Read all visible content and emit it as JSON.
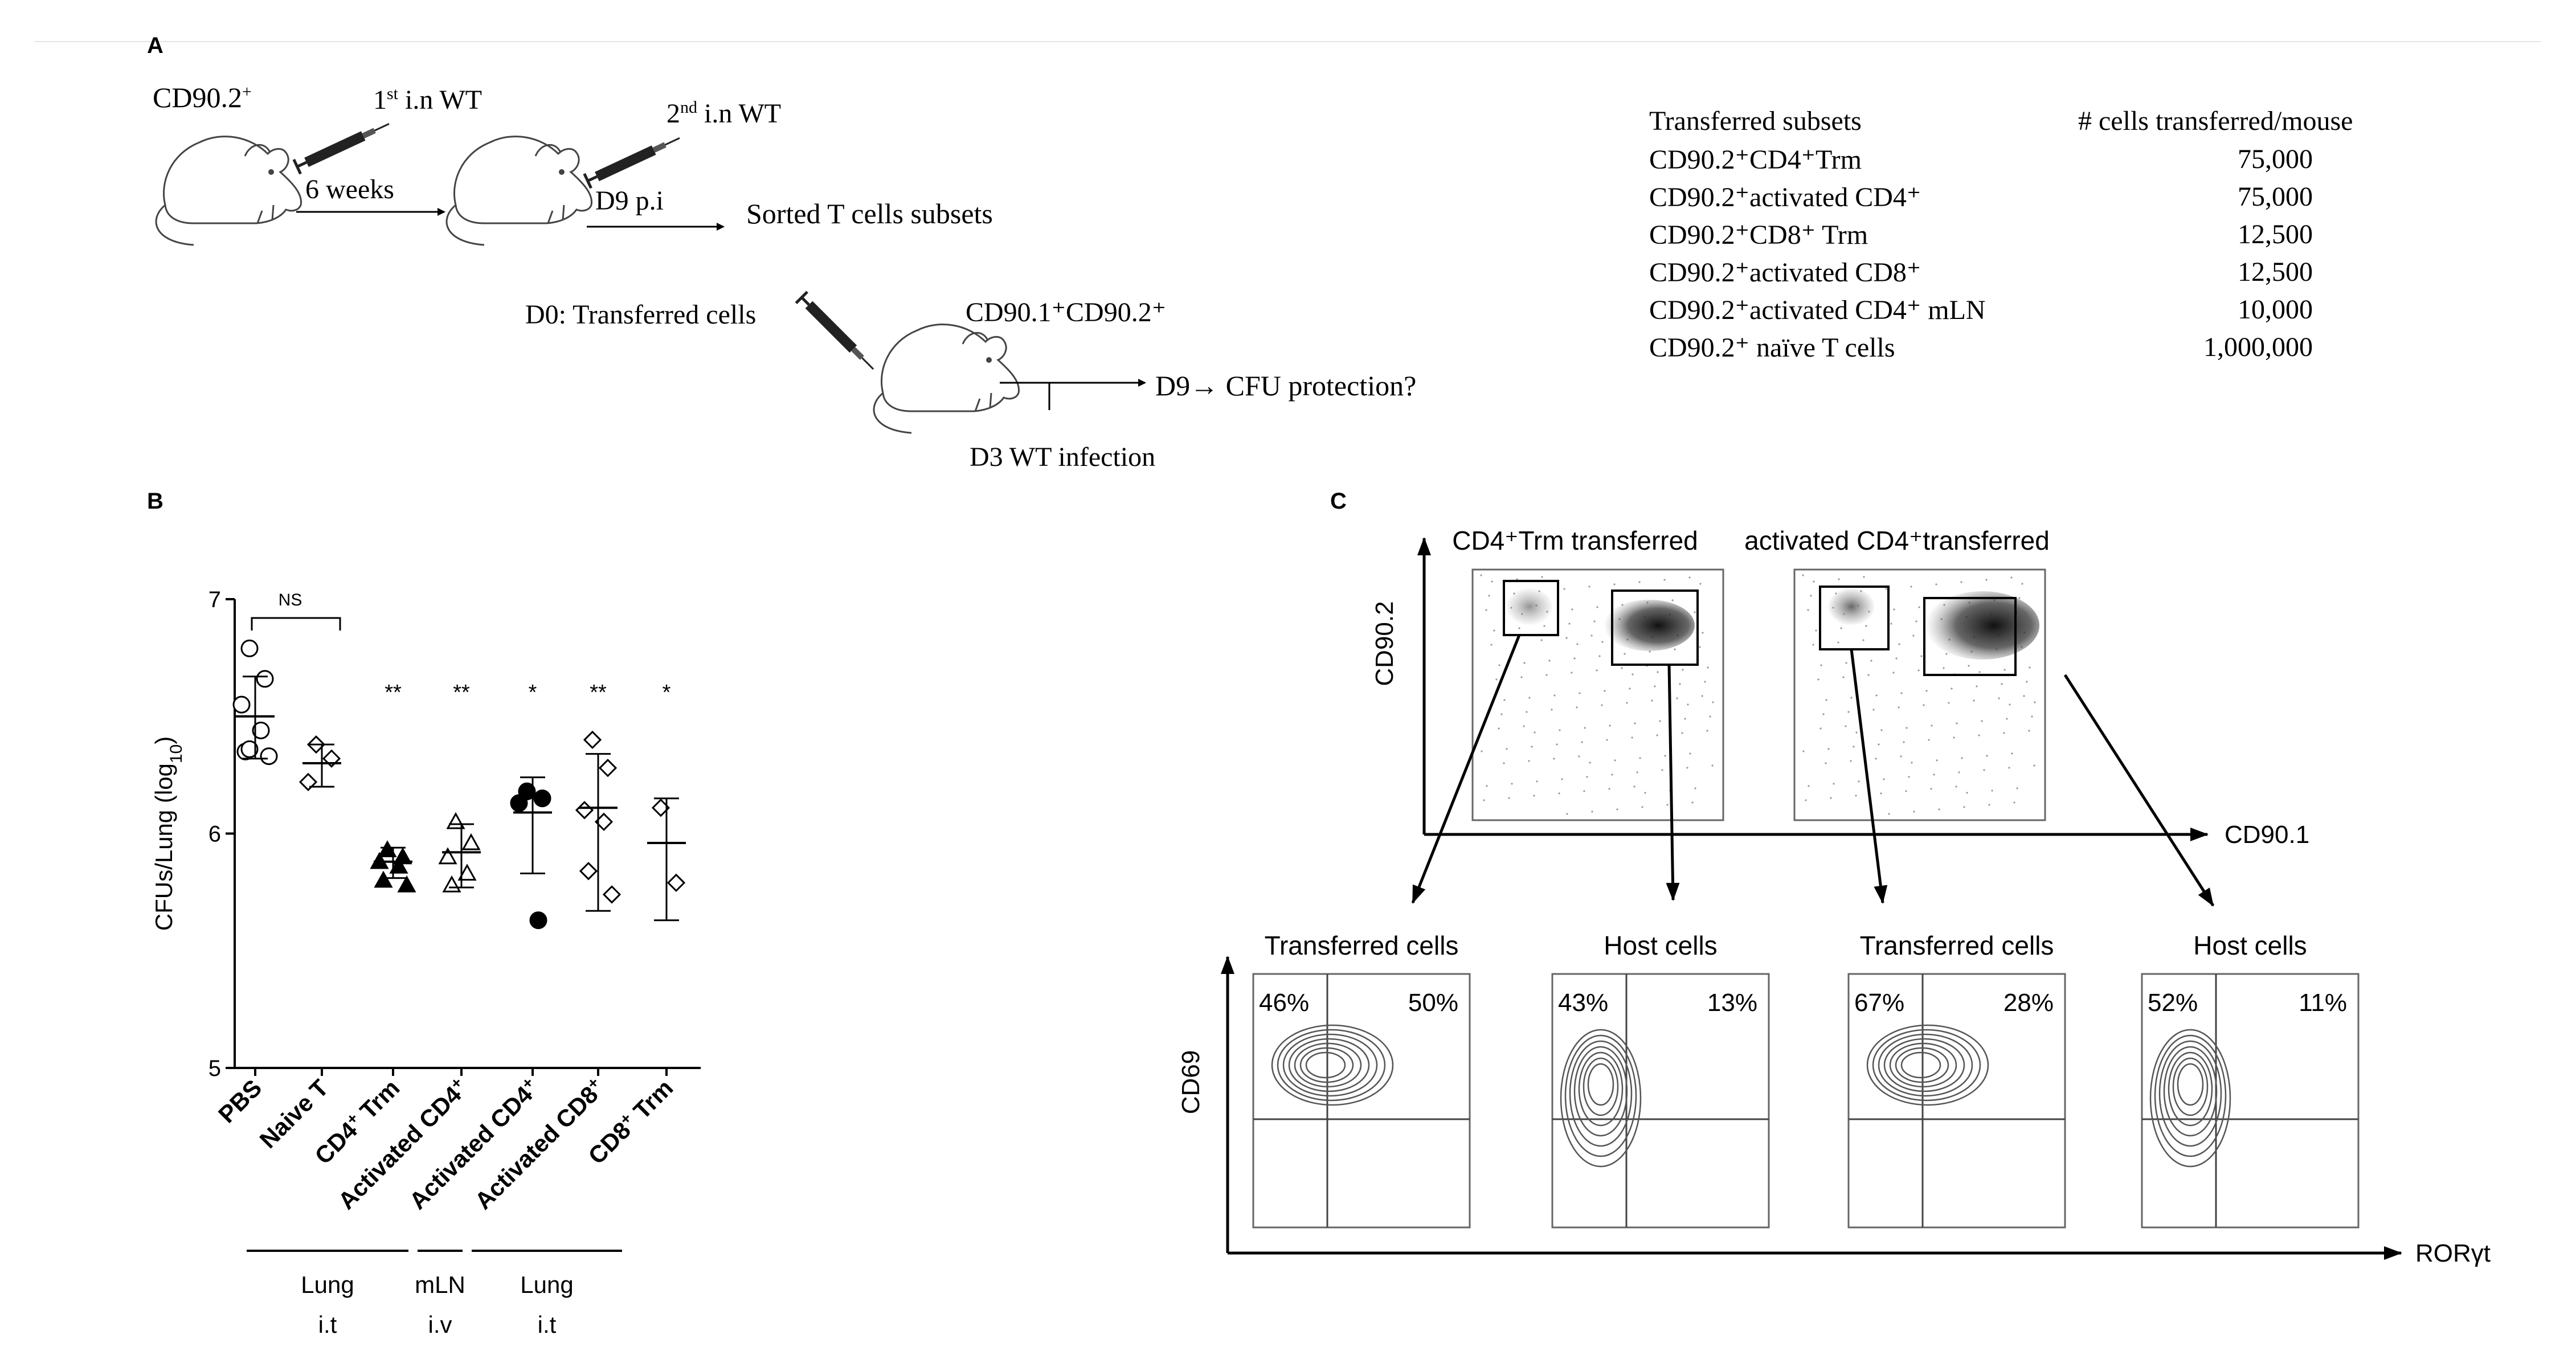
{
  "panels": {
    "a": "A",
    "b": "B",
    "c": "C"
  },
  "schematic": {
    "cd902_label": "CD90.2",
    "cd902_sup": "+",
    "first_in_num": "1",
    "first_in_sup": "st",
    "first_in_text": " i.n WT",
    "six_weeks": "6 weeks",
    "second_in_num": "2",
    "second_in_sup": "nd",
    "second_in_text": " i.n WT",
    "d9_pi": "D9 p.i",
    "sorted": "Sorted T cells  subsets",
    "d0_transferred": "D0: Transferred  cells",
    "recipient": "CD90.1⁺CD90.2⁺",
    "d9_cfu": "D9→ CFU protection?",
    "d3_infection": "D3 WT infection"
  },
  "transfer_table": {
    "header_subset": "Transferred  subsets",
    "header_cells": "# cells  transferred/mouse",
    "rows": [
      {
        "subset": "CD90.2⁺CD4⁺Trm",
        "cells": "75,000"
      },
      {
        "subset": "CD90.2⁺activated  CD4⁺",
        "cells": "75,000"
      },
      {
        "subset": "CD90.2⁺CD8⁺ Trm",
        "cells": "12,500"
      },
      {
        "subset": "CD90.2⁺activated  CD8⁺",
        "cells": "12,500"
      },
      {
        "subset": "CD90.2⁺activated  CD4⁺ mLN",
        "cells": "10,000"
      },
      {
        "subset": "CD90.2⁺ naïve  T cells",
        "cells": "1,000,000"
      }
    ]
  },
  "chart_data": [
    {
      "type": "scatter",
      "panel": "B",
      "ylabel": "CFUs/Lung (log10)",
      "ylim": [
        5,
        7
      ],
      "yticks": [
        "5",
        "6",
        "7"
      ],
      "categories": [
        "PBS",
        "Naive T",
        "CD4⁺ Trm",
        "Activated CD4⁺",
        "Activated CD4⁺",
        "Activated CD8⁺",
        "CD8⁺ Trm"
      ],
      "groups": [
        {
          "name": "PBS",
          "marker": "circle-open",
          "points": [
            6.79,
            6.66,
            6.55,
            6.44,
            6.35,
            6.33,
            6.36
          ],
          "mean": 6.5,
          "sd": [
            6.32,
            6.67
          ]
        },
        {
          "name": "Naive T",
          "marker": "diamond-open",
          "points": [
            6.38,
            6.32,
            6.22
          ],
          "mean": 6.3,
          "sd": [
            6.2,
            6.38
          ]
        },
        {
          "name": "CD4⁺ Trm",
          "marker": "triangle-filled",
          "points": [
            5.93,
            5.9,
            5.88,
            5.86,
            5.8,
            5.78
          ],
          "mean": 5.88,
          "sd": [
            5.81,
            5.94
          ]
        },
        {
          "name": "Activated CD4⁺",
          "marker": "triangle-open",
          "points": [
            6.05,
            5.96,
            5.9,
            5.83,
            5.78
          ],
          "mean": 5.92,
          "sd": [
            5.77,
            6.04
          ]
        },
        {
          "name": "Activated CD4⁺",
          "marker": "circle-filled",
          "points": [
            6.18,
            6.15,
            6.13,
            5.63
          ],
          "mean": 6.09,
          "sd": [
            5.83,
            6.24
          ]
        },
        {
          "name": "Activated CD8⁺",
          "marker": "diamond-open",
          "points": [
            6.4,
            6.28,
            6.1,
            6.05,
            5.84,
            5.74
          ],
          "mean": 6.11,
          "sd": [
            5.67,
            6.34
          ]
        },
        {
          "name": "CD8⁺ Trm",
          "marker": "diamond-open",
          "points": [
            6.11,
            5.79
          ],
          "mean": 5.96,
          "sd": [
            5.63,
            6.15
          ]
        }
      ],
      "significance": [
        "",
        "",
        "**",
        "**",
        "*",
        "**",
        "*"
      ],
      "ns_label": "NS",
      "group_labels": [
        {
          "tissue": "Lung",
          "route": "i.t"
        },
        {
          "tissue": "mLN",
          "route": "i.v"
        },
        {
          "tissue": "Lung",
          "route": "i.t"
        }
      ]
    },
    {
      "type": "heatmap",
      "panel": "C-top",
      "xlabel": "CD90.1",
      "ylabel": "CD90.2",
      "plots": [
        {
          "title": "CD4⁺Trm transferred"
        },
        {
          "title": "activated CD4⁺transferred"
        }
      ]
    },
    {
      "type": "heatmap",
      "panel": "C-bottom",
      "xlabel": "RORγt",
      "ylabel": "CD69",
      "plots": [
        {
          "title": "Transferred cells",
          "upper_left": "46%",
          "upper_right": "50%"
        },
        {
          "title": "Host cells",
          "upper_left": "43%",
          "upper_right": "13%"
        },
        {
          "title": "Transferred cells",
          "upper_left": "67%",
          "upper_right": "28%"
        },
        {
          "title": "Host cells",
          "upper_left": "52%",
          "upper_right": "11%"
        }
      ]
    }
  ]
}
